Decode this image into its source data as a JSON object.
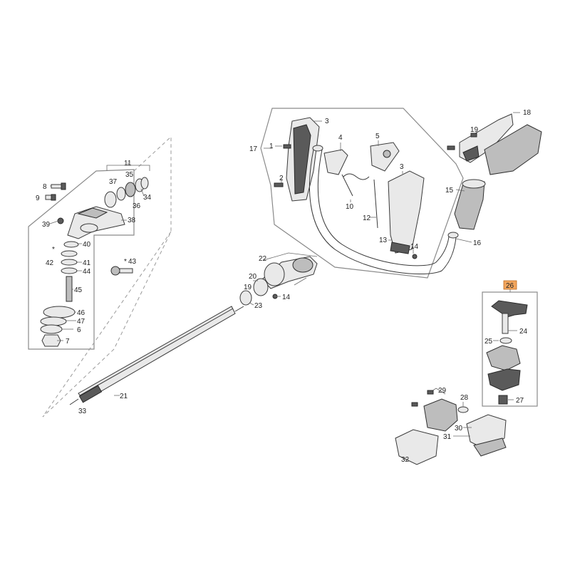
{
  "labels": {
    "p1": "1",
    "p2": "2",
    "p3a": "3",
    "p3b": "3",
    "p4": "4",
    "p5": "5",
    "p6": "6",
    "p7": "7",
    "p8": "8",
    "p9": "9",
    "p10": "10",
    "p11": "11",
    "p12": "12",
    "p13": "13",
    "p14a": "14",
    "p14b": "14",
    "p15": "15",
    "p16": "16",
    "p17": "17",
    "p18": "18",
    "p19": "19",
    "p20": "20",
    "p21": "21",
    "p22": "22",
    "p23": "23",
    "p24": "24",
    "p25": "25",
    "p26": "26",
    "p27": "27",
    "p28": "28",
    "p29": "29",
    "p30": "30",
    "p31": "31",
    "p32": "32",
    "p33": "33",
    "p34": "34",
    "p35": "35",
    "p36": "36",
    "p37": "37",
    "p38": "38",
    "p39": "39",
    "p40": "40",
    "p41": "41",
    "p42": "42",
    "p43": "43",
    "p44": "44",
    "p45": "45",
    "p46": "46",
    "p47": "47"
  },
  "highlight": {
    "part": "26",
    "color": "#f2a65e"
  },
  "marks": {
    "star": "*"
  }
}
